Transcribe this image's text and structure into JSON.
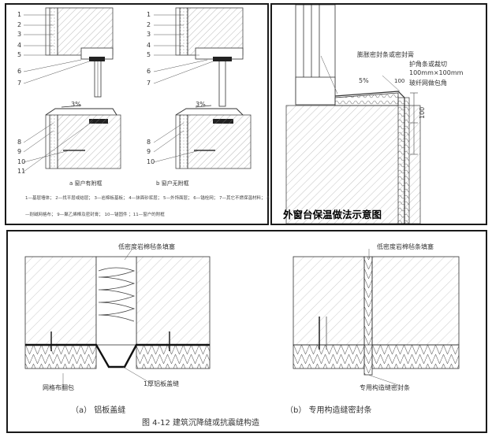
{
  "top_left": {
    "left_numbers": [
      "1",
      "2",
      "3",
      "4",
      "5",
      "6",
      "7",
      "8",
      "9",
      "10",
      "11"
    ],
    "right_numbers": [
      "1",
      "2",
      "3",
      "4",
      "5",
      "6",
      "7",
      "8",
      "9",
      "10"
    ],
    "slope_left": "3%",
    "slope_right": "3%",
    "caption_a": "a   窗户有附框",
    "caption_b": "b           窗户无附框",
    "legend_line1": "1—基层墙体；  2—找平层或结层；  3—岩棉板基板；  4—抹面砂浆层；  5—外饰面层；  6—锚栓网；  7—其它不燃保温材料；  8",
    "legend_line2": "—耐碱网格布；  9—聚乙烯棒及密封膏；     10—锚固件  ；11—窗户的附框"
  },
  "top_right": {
    "label_seal": "膨胀密封条或密封膏",
    "label_trim": "护角条或裁切",
    "label_mesh1": "100mm×100mm",
    "label_mesh2": "玻纤网做包角",
    "slope": "5%",
    "dim_100a": "100",
    "dim_100b": "100",
    "title": "外窗台保温做法示意图"
  },
  "bottom": {
    "label_a": "低密度岩棉毡条填塞",
    "label_b": "低密度岩棉毡条填塞",
    "label_mesh": "网格布翻包",
    "label_al": "1厚铝板盖缝",
    "label_seal": "专用构造缝密封条",
    "caption_a": "（a）    铝板盖缝",
    "caption_b": "（b）    专用构造缝密封条",
    "figure_caption": "图 4-12    建筑沉降缝或抗震缝构造"
  }
}
